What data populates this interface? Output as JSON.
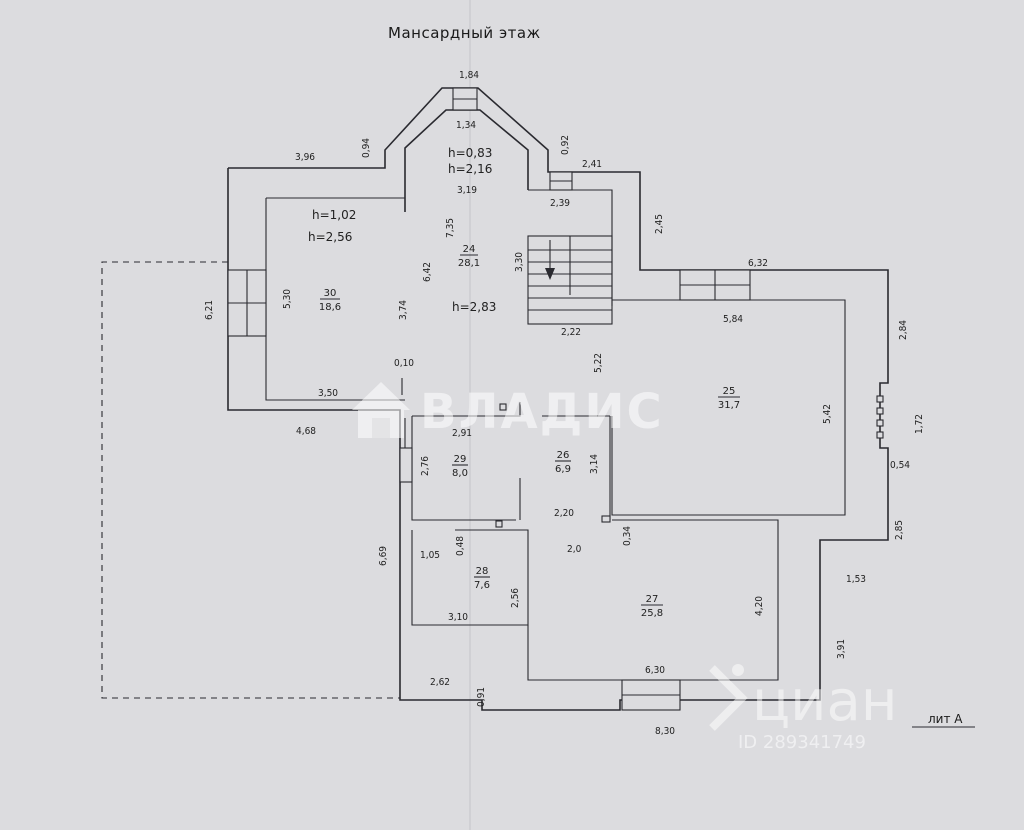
{
  "title": "Мансардный этаж",
  "sheet_label": "лит А",
  "watermarks": {
    "vladis": "ВЛАДИС",
    "cian": "циан",
    "id": "ID 289341749"
  },
  "rooms": [
    {
      "number": "24",
      "area": "28,1"
    },
    {
      "number": "25",
      "area": "31,7"
    },
    {
      "number": "26",
      "area": "6,9"
    },
    {
      "number": "27",
      "area": "25,8"
    },
    {
      "number": "28",
      "area": "7,6"
    },
    {
      "number": "29",
      "area": "8,0"
    },
    {
      "number": "30",
      "area": "18,6"
    }
  ],
  "heights": [
    "h=0,83",
    "h=2,16",
    "h=1,02",
    "h=2,56",
    "h=2,83"
  ],
  "dimensions": [
    "1,84",
    "1,34",
    "0,94",
    "3,96",
    "0,92",
    "2,41",
    "3,19",
    "2,39",
    "2,45",
    "7,35",
    "3,30",
    "6,32",
    "6,42",
    "5,30",
    "6,21",
    "3,74",
    "2,22",
    "5,84",
    "2,84",
    "5,22",
    "0,10",
    "3,50",
    "4,68",
    "2,91",
    "5,42",
    "1,72",
    "2,76",
    "3,14",
    "0,54",
    "2,20",
    "0,34",
    "2,85",
    "0,48",
    "1,05",
    "2,0",
    "1,53",
    "6,69",
    "2,56",
    "4,20",
    "3,10",
    "3,91",
    "2,62",
    "6,30",
    "0,91",
    "8,30"
  ],
  "colors": {
    "paper": "#dcdcdf",
    "ink": "#2a2a30"
  }
}
